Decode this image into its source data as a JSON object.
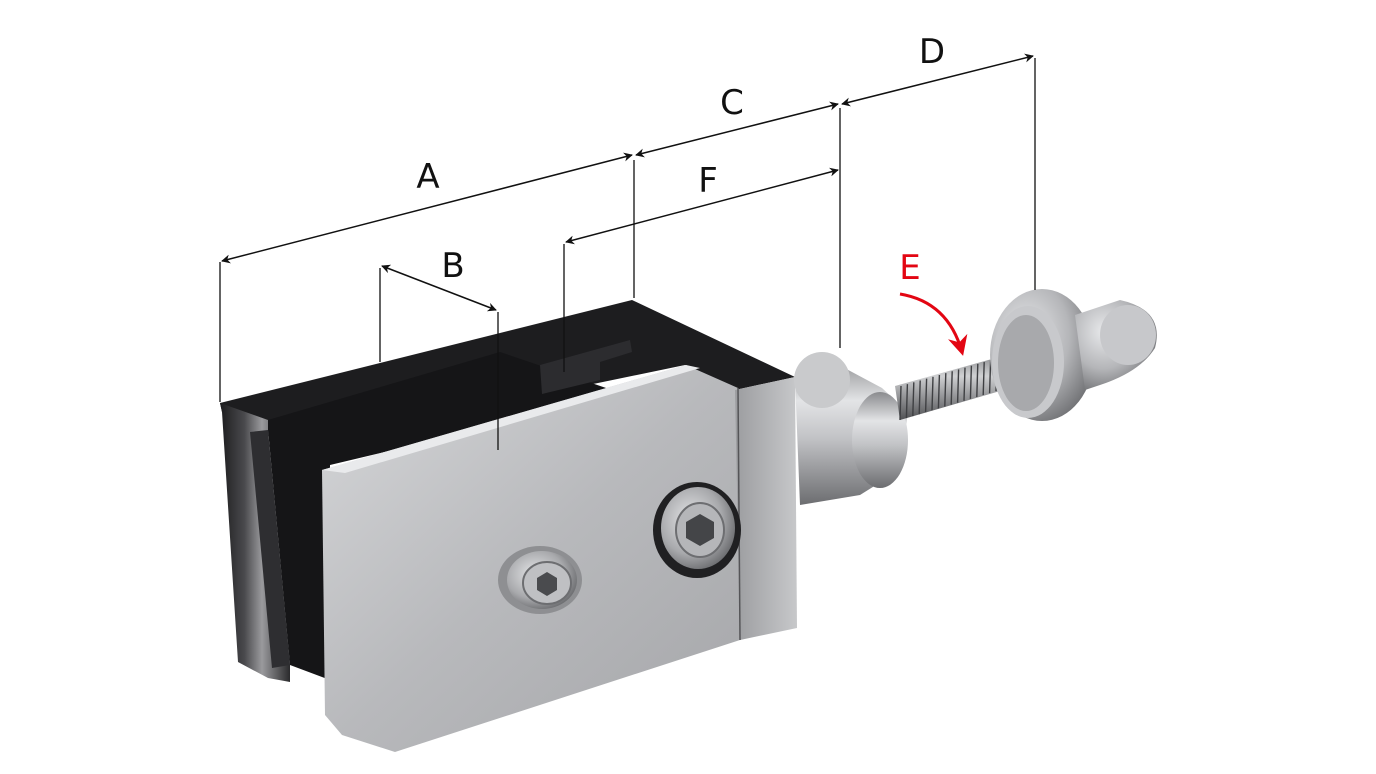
{
  "labels": {
    "a": "A",
    "b": "B",
    "c": "C",
    "d": "D",
    "e": "E",
    "f": "F"
  },
  "colors": {
    "dimension_line": "#111111",
    "highlight": "#e30613",
    "dark_part": "#1b1b1d",
    "steel": "#b9babd"
  }
}
